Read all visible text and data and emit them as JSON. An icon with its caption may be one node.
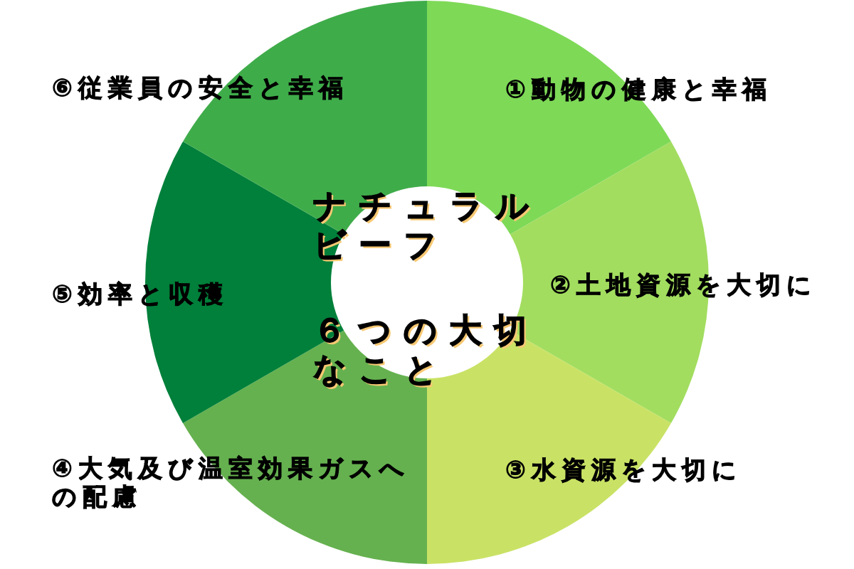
{
  "diagram": {
    "nodes": [
      {
        "text": [
          "ナチュラルビーフ",
          "６つの大切なこと"
        ]
      },
      {
        "text": [
          "①動物の健康と幸福"
        ]
      },
      {
        "text": [
          "②土地資源を大切に"
        ]
      },
      {
        "text": [
          "③水資源を大切に"
        ]
      },
      {
        "text": [
          "④大気及び温室効果ガスへの配慮"
        ]
      },
      {
        "text": [
          "⑤効率と収穫"
        ]
      },
      {
        "text": [
          "⑥従業員の安全と幸福"
        ]
      }
    ]
  }
}
